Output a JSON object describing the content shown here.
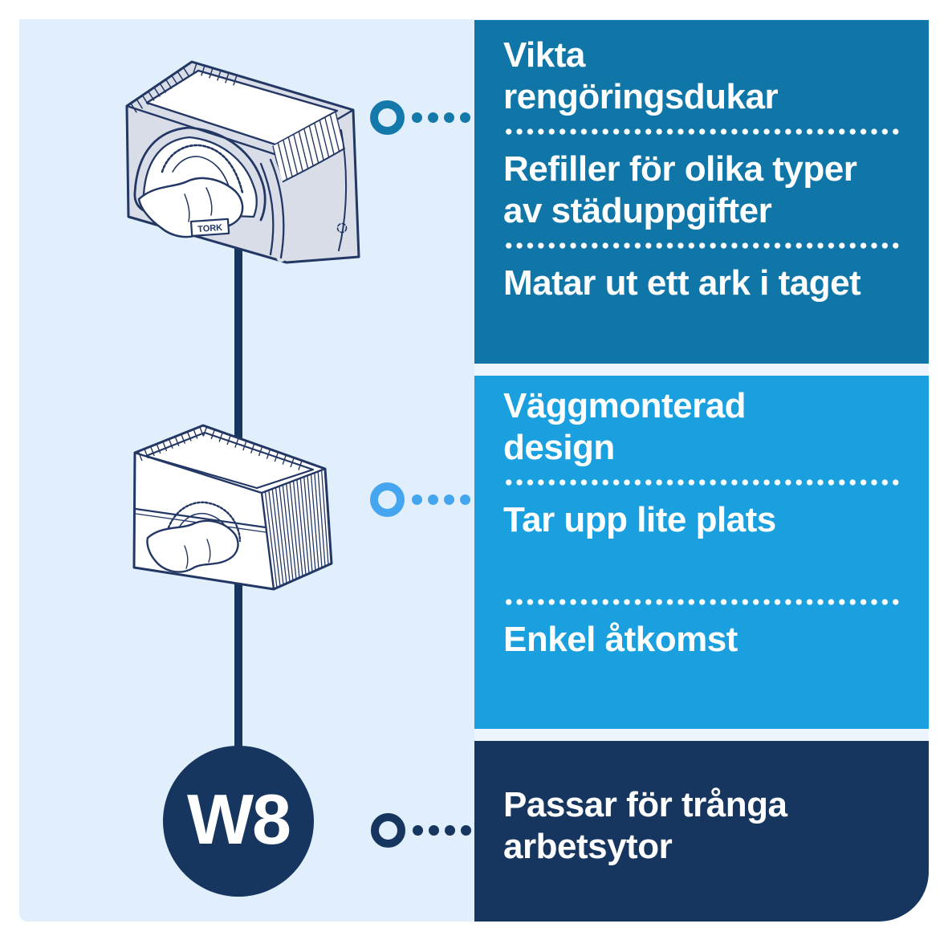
{
  "badge": {
    "label": "W8"
  },
  "boxes": [
    {
      "id": "refill-features",
      "items": [
        "Vikta\nrengöringsdukar",
        "Refiller för olika typer\nav städuppgifter",
        "Matar ut ett ark i taget"
      ]
    },
    {
      "id": "mounting-features",
      "items": [
        "Väggmonterad\ndesign",
        "Tar upp lite plats",
        "Enkel åtkomst"
      ]
    },
    {
      "id": "space-features",
      "items": [
        "Passar för trånga\narbetsytor"
      ]
    }
  ],
  "illustration": {
    "tork_label": "TORK",
    "dispenser1": "countertop-folded-wipe-dispenser",
    "dispenser2": "wall-mounted-folded-wipe-dispenser"
  },
  "colors": {
    "page_bg": "#ffffff",
    "panel_bg": "#e1eefb",
    "gap_strip": "#ecf5fd",
    "box1": "#0f76a7",
    "box2": "#1aa0df",
    "box3": "#16365f",
    "ring1": "#1379ab",
    "ring2": "#45a6ef",
    "ring3": "#16365f",
    "line_navy": "#16365f",
    "outline_navy": "#223763",
    "grey_fill": "#d9dde7"
  }
}
